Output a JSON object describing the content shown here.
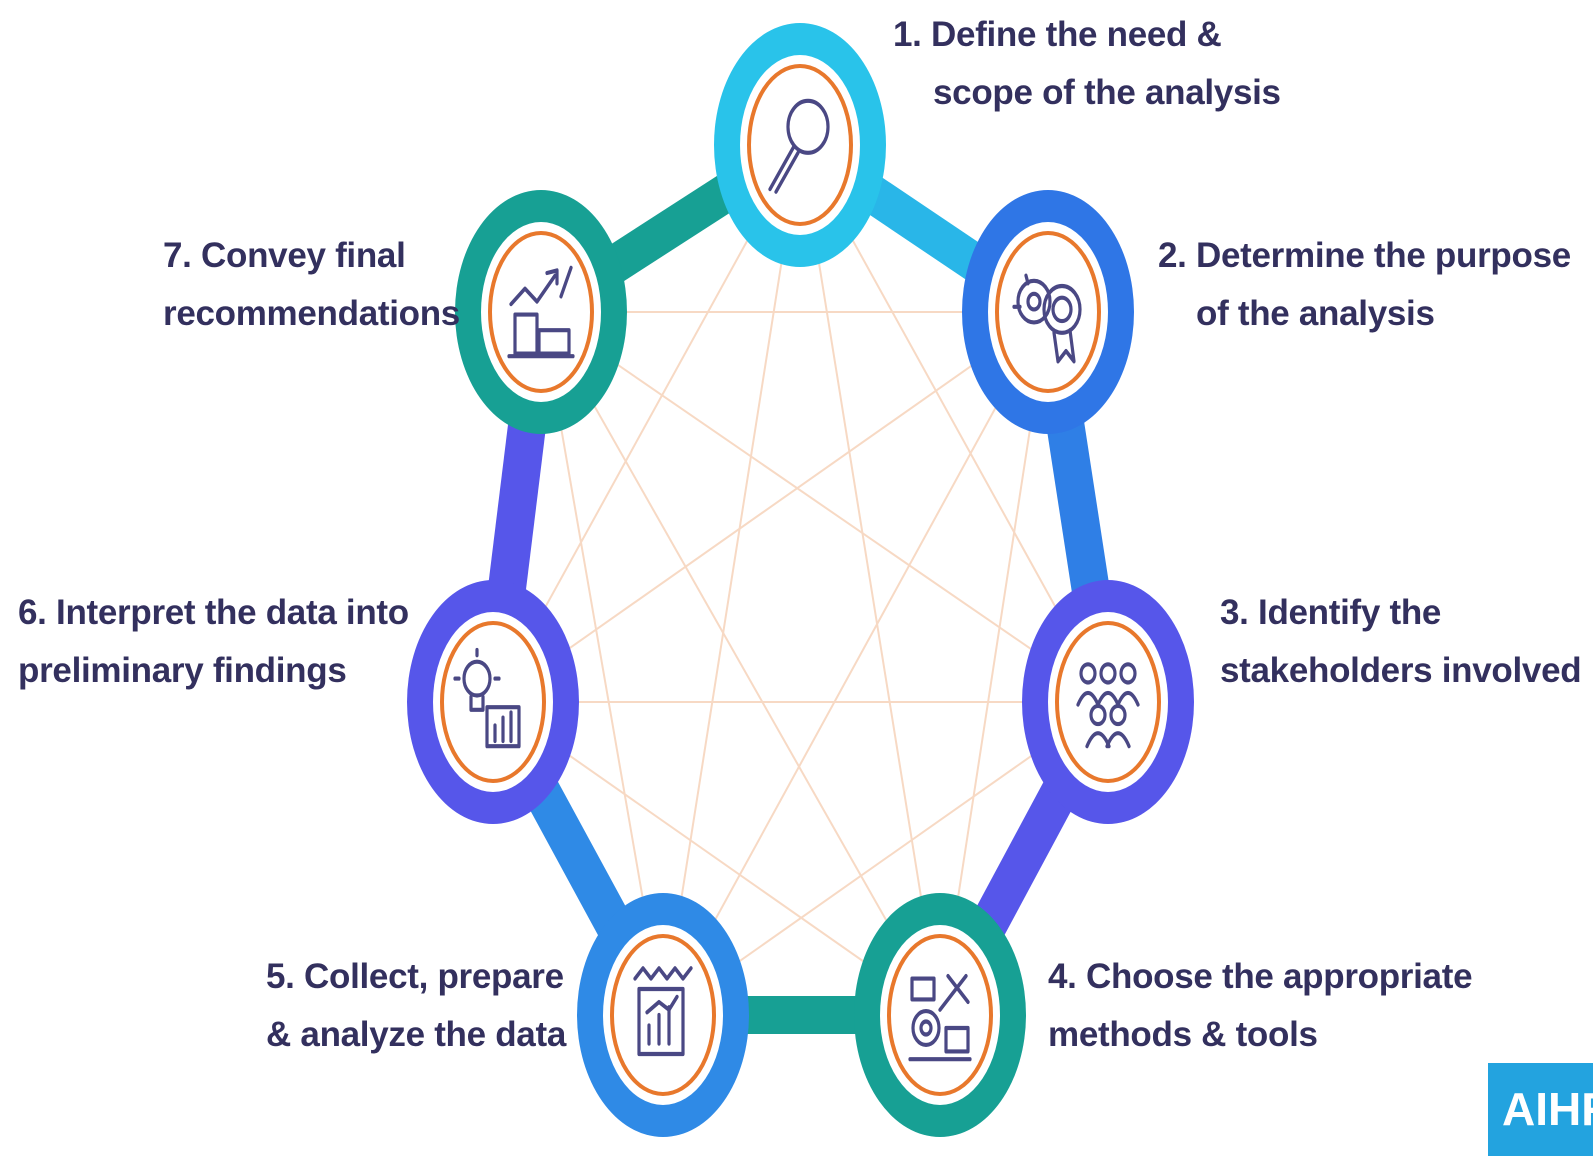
{
  "steps": [
    {
      "number": "1.",
      "lines": [
        "1. Define the need &",
        "scope of the analysis"
      ],
      "icon": "magnifier-icon",
      "ring_color": "#29c3ea"
    },
    {
      "number": "2.",
      "lines": [
        "2. Determine the purpose",
        "of the analysis"
      ],
      "icon": "target-gears-icon",
      "ring_color": "#2f76e6"
    },
    {
      "number": "3.",
      "lines": [
        "3. Identify the",
        "stakeholders involved"
      ],
      "icon": "team-icon",
      "ring_color": "#5656ea"
    },
    {
      "number": "4.",
      "lines": [
        "4. Choose the appropriate",
        "methods & tools"
      ],
      "icon": "tools-icon",
      "ring_color": "#17a094"
    },
    {
      "number": "5.",
      "lines": [
        "5. Collect, prepare",
        "& analyze the data"
      ],
      "icon": "data-chart-icon",
      "ring_color": "#2f8ae6"
    },
    {
      "number": "6.",
      "lines": [
        "6. Interpret the data into",
        "preliminary findings"
      ],
      "icon": "lightbulb-chart-icon",
      "ring_color": "#5656ea"
    },
    {
      "number": "7.",
      "lines": [
        "7. Convey final",
        "recommendations"
      ],
      "icon": "growth-report-icon",
      "ring_color": "#17a094"
    }
  ],
  "connectors": [
    {
      "from": 1,
      "to": 2,
      "color": "#29b6e8"
    },
    {
      "from": 2,
      "to": 3,
      "color": "#2f7fe6"
    },
    {
      "from": 3,
      "to": 4,
      "color": "#5656ea"
    },
    {
      "from": 4,
      "to": 5,
      "color": "#17a094"
    },
    {
      "from": 5,
      "to": 6,
      "color": "#2f8ae6"
    },
    {
      "from": 6,
      "to": 7,
      "color": "#5656ea"
    },
    {
      "from": 7,
      "to": 1,
      "color": "#17a094"
    }
  ],
  "colors": {
    "text": "#33305e",
    "inner_ring": "#e8782c",
    "icon_stroke": "#4a4884",
    "web_lines": "#f7d9c4"
  },
  "logo": {
    "text": "AIHR",
    "color": "#23a3df"
  }
}
